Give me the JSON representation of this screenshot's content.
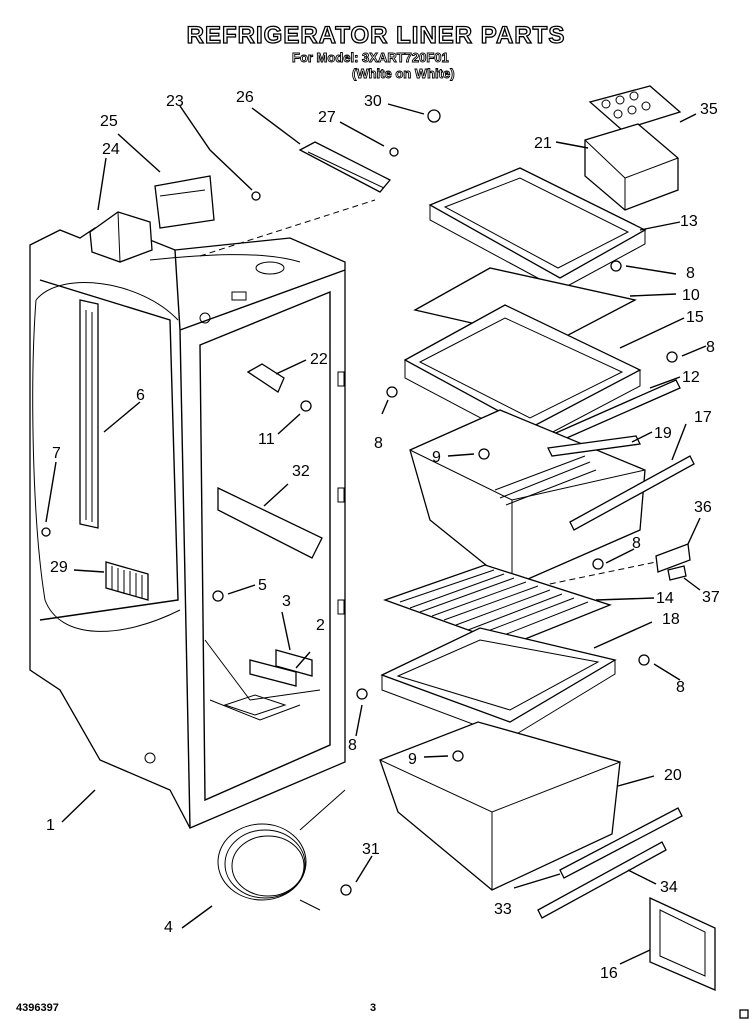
{
  "header": {
    "title": "REFRIGERATOR LINER PARTS",
    "model_line": "For Model: 3XART720F01",
    "color_line": "(White on White)"
  },
  "footer": {
    "doc_number": "4396397",
    "page_number": "3"
  },
  "callouts": [
    {
      "id": "c1",
      "text": "1"
    },
    {
      "id": "c2",
      "text": "2"
    },
    {
      "id": "c3",
      "text": "3"
    },
    {
      "id": "c4",
      "text": "4"
    },
    {
      "id": "c5",
      "text": "5"
    },
    {
      "id": "c6",
      "text": "6"
    },
    {
      "id": "c7",
      "text": "7"
    },
    {
      "id": "c8a",
      "text": "8"
    },
    {
      "id": "c8b",
      "text": "8"
    },
    {
      "id": "c8c",
      "text": "8"
    },
    {
      "id": "c8d",
      "text": "8"
    },
    {
      "id": "c8e",
      "text": "8"
    },
    {
      "id": "c8f",
      "text": "8"
    },
    {
      "id": "c9a",
      "text": "9"
    },
    {
      "id": "c9b",
      "text": "9"
    },
    {
      "id": "c10",
      "text": "10"
    },
    {
      "id": "c11",
      "text": "11"
    },
    {
      "id": "c12",
      "text": "12"
    },
    {
      "id": "c13",
      "text": "13"
    },
    {
      "id": "c14",
      "text": "14"
    },
    {
      "id": "c15",
      "text": "15"
    },
    {
      "id": "c16",
      "text": "16"
    },
    {
      "id": "c17",
      "text": "17"
    },
    {
      "id": "c18",
      "text": "18"
    },
    {
      "id": "c19",
      "text": "19"
    },
    {
      "id": "c20",
      "text": "20"
    },
    {
      "id": "c21",
      "text": "21"
    },
    {
      "id": "c22",
      "text": "22"
    },
    {
      "id": "c23",
      "text": "23"
    },
    {
      "id": "c24",
      "text": "24"
    },
    {
      "id": "c25",
      "text": "25"
    },
    {
      "id": "c26",
      "text": "26"
    },
    {
      "id": "c27",
      "text": "27"
    },
    {
      "id": "c29",
      "text": "29"
    },
    {
      "id": "c30",
      "text": "30"
    },
    {
      "id": "c31",
      "text": "31"
    },
    {
      "id": "c32",
      "text": "32"
    },
    {
      "id": "c33",
      "text": "33"
    },
    {
      "id": "c34",
      "text": "34"
    },
    {
      "id": "c35",
      "text": "35"
    },
    {
      "id": "c36",
      "text": "36"
    },
    {
      "id": "c37",
      "text": "37"
    }
  ]
}
